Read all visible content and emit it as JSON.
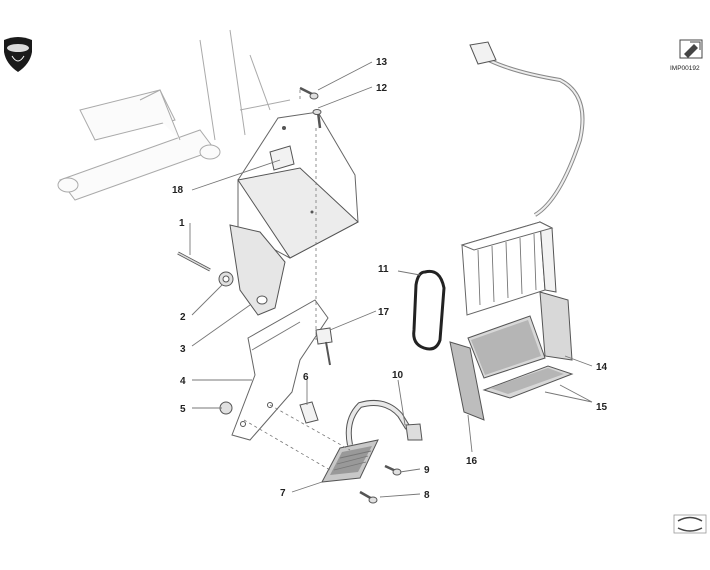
{
  "diagram_code": "IMP00192",
  "labels": {
    "l1": "1",
    "l2": "2",
    "l3": "3",
    "l4": "4",
    "l5": "5",
    "l6": "6",
    "l7": "7",
    "l8": "8",
    "l9": "9",
    "l10": "10",
    "l11": "11",
    "l12": "12",
    "l13": "13",
    "l14": "14",
    "l15": "15",
    "l16": "16",
    "l17": "17",
    "l18": "18"
  },
  "icons": {
    "logo": "ducati-corse-shield-icon",
    "top_right": "exploded-view-icon",
    "bottom_right": "soft-way-icon"
  }
}
